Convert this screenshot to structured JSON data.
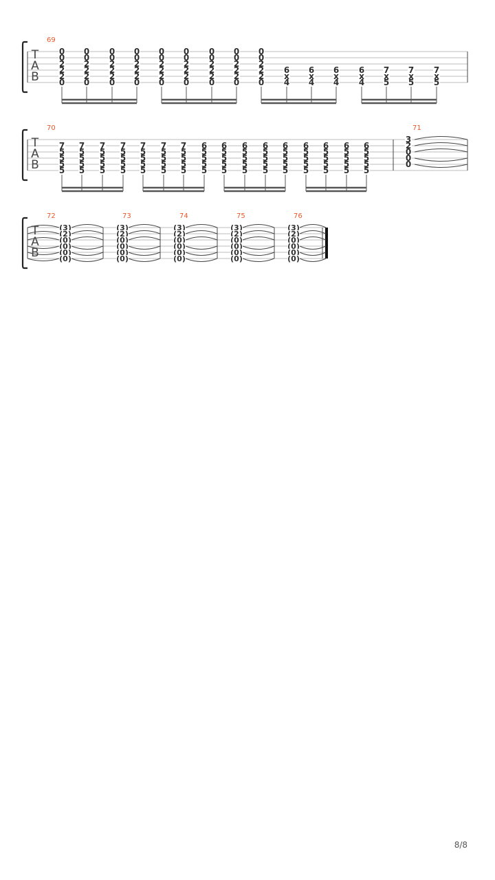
{
  "colors": {
    "measure_number": "#e8582a",
    "staff_line": "#bdbdbd",
    "barline": "#444444",
    "beam": "#555555",
    "fret_text": "#2e2e2e",
    "tie": "#444444"
  },
  "tab_clef": [
    "T",
    "A",
    "B"
  ],
  "page_number": "8/8",
  "systems": [
    {
      "measures": [
        {
          "number": "69",
          "events": [
            {
              "notes": [
                "0",
                "0",
                "2",
                "2",
                "2",
                "0"
              ],
              "stem": true
            },
            {
              "notes": [
                "0",
                "0",
                "2",
                "2",
                "2",
                "0"
              ],
              "stem": true
            },
            {
              "notes": [
                "0",
                "0",
                "2",
                "2",
                "2",
                "0"
              ],
              "stem": true
            },
            {
              "notes": [
                "0",
                "0",
                "2",
                "2",
                "2",
                "0"
              ],
              "stem": true
            },
            {
              "notes": [
                "0",
                "0",
                "2",
                "2",
                "2",
                "0"
              ],
              "stem": true
            },
            {
              "notes": [
                "0",
                "0",
                "2",
                "2",
                "2",
                "0"
              ],
              "stem": true
            },
            {
              "notes": [
                "0",
                "0",
                "2",
                "2",
                "2",
                "0"
              ],
              "stem": true
            },
            {
              "notes": [
                "0",
                "0",
                "2",
                "2",
                "2",
                "0"
              ],
              "stem": true
            },
            {
              "notes": [
                "0",
                "0",
                "2",
                "2",
                "2",
                "0"
              ],
              "stem": true
            },
            {
              "notes": [
                "",
                "",
                "",
                "6",
                "x",
                "4"
              ],
              "stem": true
            },
            {
              "notes": [
                "",
                "",
                "",
                "6",
                "x",
                "4"
              ],
              "stem": true
            },
            {
              "notes": [
                "",
                "",
                "",
                "6",
                "x",
                "4"
              ],
              "stem": true
            },
            {
              "notes": [
                "",
                "",
                "",
                "6",
                "x",
                "4"
              ],
              "stem": true
            },
            {
              "notes": [
                "",
                "",
                "",
                "7",
                "x",
                "5"
              ],
              "stem": true
            },
            {
              "notes": [
                "",
                "",
                "",
                "7",
                "x",
                "5"
              ],
              "stem": true
            },
            {
              "notes": [
                "",
                "",
                "",
                "7",
                "x",
                "5"
              ],
              "stem": true
            }
          ]
        }
      ]
    },
    {
      "measures": [
        {
          "number": "70",
          "events": [
            {
              "notes": [
                "",
                "7",
                "5",
                "5",
                "5",
                "5"
              ],
              "stem": true
            },
            {
              "notes": [
                "",
                "7",
                "5",
                "5",
                "5",
                "5"
              ],
              "stem": true
            },
            {
              "notes": [
                "",
                "7",
                "5",
                "5",
                "5",
                "5"
              ],
              "stem": true
            },
            {
              "notes": [
                "",
                "7",
                "5",
                "5",
                "5",
                "5"
              ],
              "stem": true
            },
            {
              "notes": [
                "",
                "7",
                "5",
                "5",
                "5",
                "5"
              ],
              "stem": true
            },
            {
              "notes": [
                "",
                "7",
                "5",
                "5",
                "5",
                "5"
              ],
              "stem": true
            },
            {
              "notes": [
                "",
                "7",
                "5",
                "5",
                "5",
                "5"
              ],
              "stem": true
            },
            {
              "notes": [
                "",
                "6",
                "5",
                "5",
                "5",
                "5"
              ],
              "stem": true
            },
            {
              "notes": [
                "",
                "6",
                "5",
                "5",
                "5",
                "5"
              ],
              "stem": true
            },
            {
              "notes": [
                "",
                "6",
                "5",
                "5",
                "5",
                "5"
              ],
              "stem": true
            },
            {
              "notes": [
                "",
                "6",
                "5",
                "5",
                "5",
                "5"
              ],
              "stem": true
            },
            {
              "notes": [
                "",
                "6",
                "5",
                "5",
                "5",
                "5"
              ],
              "stem": true
            },
            {
              "notes": [
                "",
                "6",
                "5",
                "5",
                "5",
                "5"
              ],
              "stem": true
            },
            {
              "notes": [
                "",
                "6",
                "5",
                "5",
                "5",
                "5"
              ],
              "stem": true
            },
            {
              "notes": [
                "",
                "6",
                "5",
                "5",
                "5",
                "5"
              ],
              "stem": true
            },
            {
              "notes": [
                "",
                "6",
                "5",
                "5",
                "5",
                "5"
              ],
              "stem": true
            }
          ]
        },
        {
          "number": "71",
          "events": [
            {
              "notes": [
                "3",
                "2",
                "0",
                "0",
                "0",
                ""
              ],
              "stem": false
            }
          ]
        }
      ]
    },
    {
      "measures": [
        {
          "number": "72",
          "events": [
            {
              "notes": [
                "(3)",
                "(2)",
                "(0)",
                "(0)",
                "(0)",
                "(0)"
              ],
              "stem": false
            }
          ]
        },
        {
          "number": "73",
          "events": [
            {
              "notes": [
                "(3)",
                "(2)",
                "(0)",
                "(0)",
                "(0)",
                "(0)"
              ],
              "stem": false
            }
          ]
        },
        {
          "number": "74",
          "events": [
            {
              "notes": [
                "(3)",
                "(2)",
                "(0)",
                "(0)",
                "(0)",
                "(0)"
              ],
              "stem": false
            }
          ]
        },
        {
          "number": "75",
          "events": [
            {
              "notes": [
                "(3)",
                "(2)",
                "(0)",
                "(0)",
                "(0)",
                "(0)"
              ],
              "stem": false
            }
          ]
        },
        {
          "number": "76",
          "events": [
            {
              "notes": [
                "(3)",
                "(2)",
                "(0)",
                "(0)",
                "(0)",
                "(0)"
              ],
              "stem": false
            }
          ]
        }
      ]
    }
  ]
}
